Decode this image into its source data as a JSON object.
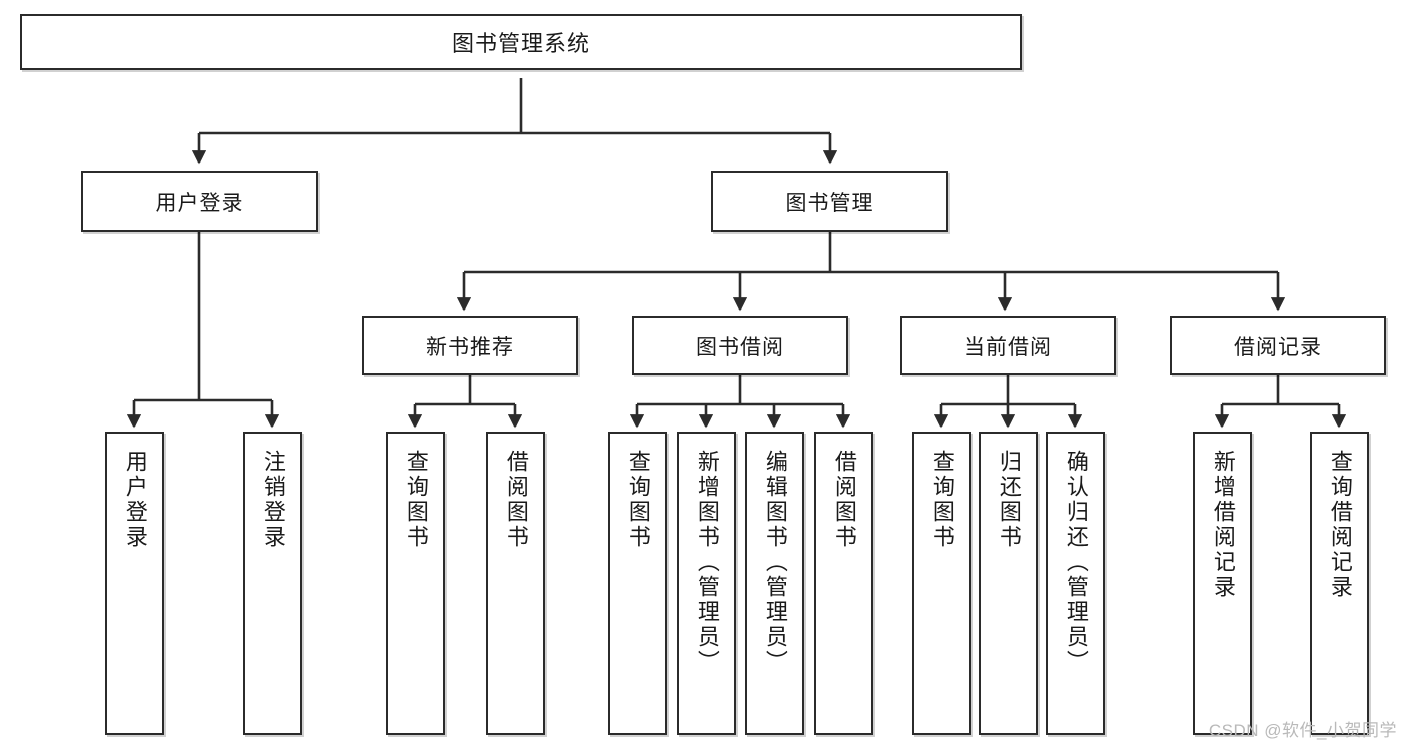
{
  "diagram": {
    "title": "图书管理系统",
    "type": "tree-hierarchy",
    "watermark": "CSDN @软件_小贺同学",
    "colors": {
      "stroke": "#2b2b2b",
      "fill": "#ffffff",
      "text": "#1a1a1a",
      "background": "#ffffff",
      "watermark": "#b9b9b9"
    },
    "nodes": {
      "root": {
        "label": "图书管理系统"
      },
      "level2": [
        {
          "id": "user-login",
          "label": "用户登录"
        },
        {
          "id": "book-manage",
          "label": "图书管理"
        }
      ],
      "level3": [
        {
          "id": "new-book-recommend",
          "label": "新书推荐"
        },
        {
          "id": "book-borrow",
          "label": "图书借阅"
        },
        {
          "id": "current-borrow",
          "label": "当前借阅"
        },
        {
          "id": "borrow-record",
          "label": "借阅记录"
        }
      ],
      "leaves": {
        "user-login": [
          {
            "id": "leaf-user-login",
            "label": "用户登录"
          },
          {
            "id": "leaf-logout",
            "label": "注销登录"
          }
        ],
        "new-book-recommend": [
          {
            "id": "leaf-query-book-1",
            "label": "查询图书"
          },
          {
            "id": "leaf-borrow-book-1",
            "label": "借阅图书"
          }
        ],
        "book-borrow": [
          {
            "id": "leaf-query-book-2",
            "label": "查询图书"
          },
          {
            "id": "leaf-add-book",
            "label": "新增图书（管理员）"
          },
          {
            "id": "leaf-edit-book",
            "label": "编辑图书（管理员）"
          },
          {
            "id": "leaf-borrow-book-2",
            "label": "借阅图书"
          }
        ],
        "current-borrow": [
          {
            "id": "leaf-query-book-3",
            "label": "查询图书"
          },
          {
            "id": "leaf-return-book",
            "label": "归还图书"
          },
          {
            "id": "leaf-confirm-return",
            "label": "确认归还（管理员）"
          }
        ],
        "borrow-record": [
          {
            "id": "leaf-add-record",
            "label": "新增借阅记录"
          },
          {
            "id": "leaf-query-record",
            "label": "查询借阅记录"
          }
        ]
      }
    }
  }
}
